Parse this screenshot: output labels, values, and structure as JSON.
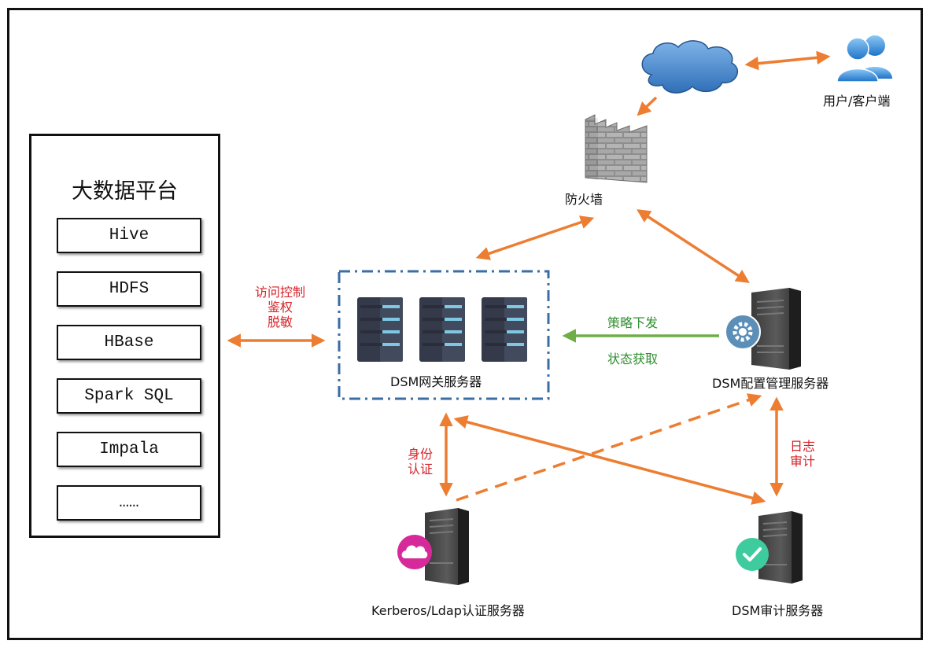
{
  "platform": {
    "title": "大数据平台",
    "items": [
      "Hive",
      "HDFS",
      "HBase",
      "Spark SQL",
      "Impala",
      "……"
    ]
  },
  "nodes": {
    "user": "用户/客户端",
    "firewall": "防火墙",
    "gateway": "DSM网关服务器",
    "config": "DSM配置管理服务器",
    "kerberos": "Kerberos/Ldap认证服务器",
    "audit": "DSM审计服务器"
  },
  "labels": {
    "access_1": "访问控制",
    "access_2": "鉴权",
    "access_3": "脱敏",
    "policy_1": "策略下发",
    "policy_2": "状态获取",
    "auth_1": "身份",
    "auth_2": "认证",
    "log_1": "日志",
    "log_2": "审计"
  },
  "colors": {
    "arrow": "#ed7d31",
    "policy_arrow": "#70ad47",
    "label_red": "#d6232a",
    "label_green": "#2f8f2f",
    "gateway_border": "#3a6ea5"
  },
  "icons": [
    "cloud-icon",
    "users-icon",
    "firewall-icon",
    "server-rack-icon",
    "server-tower-icon",
    "gear-icon",
    "cloud-badge-icon",
    "check-badge-icon"
  ]
}
